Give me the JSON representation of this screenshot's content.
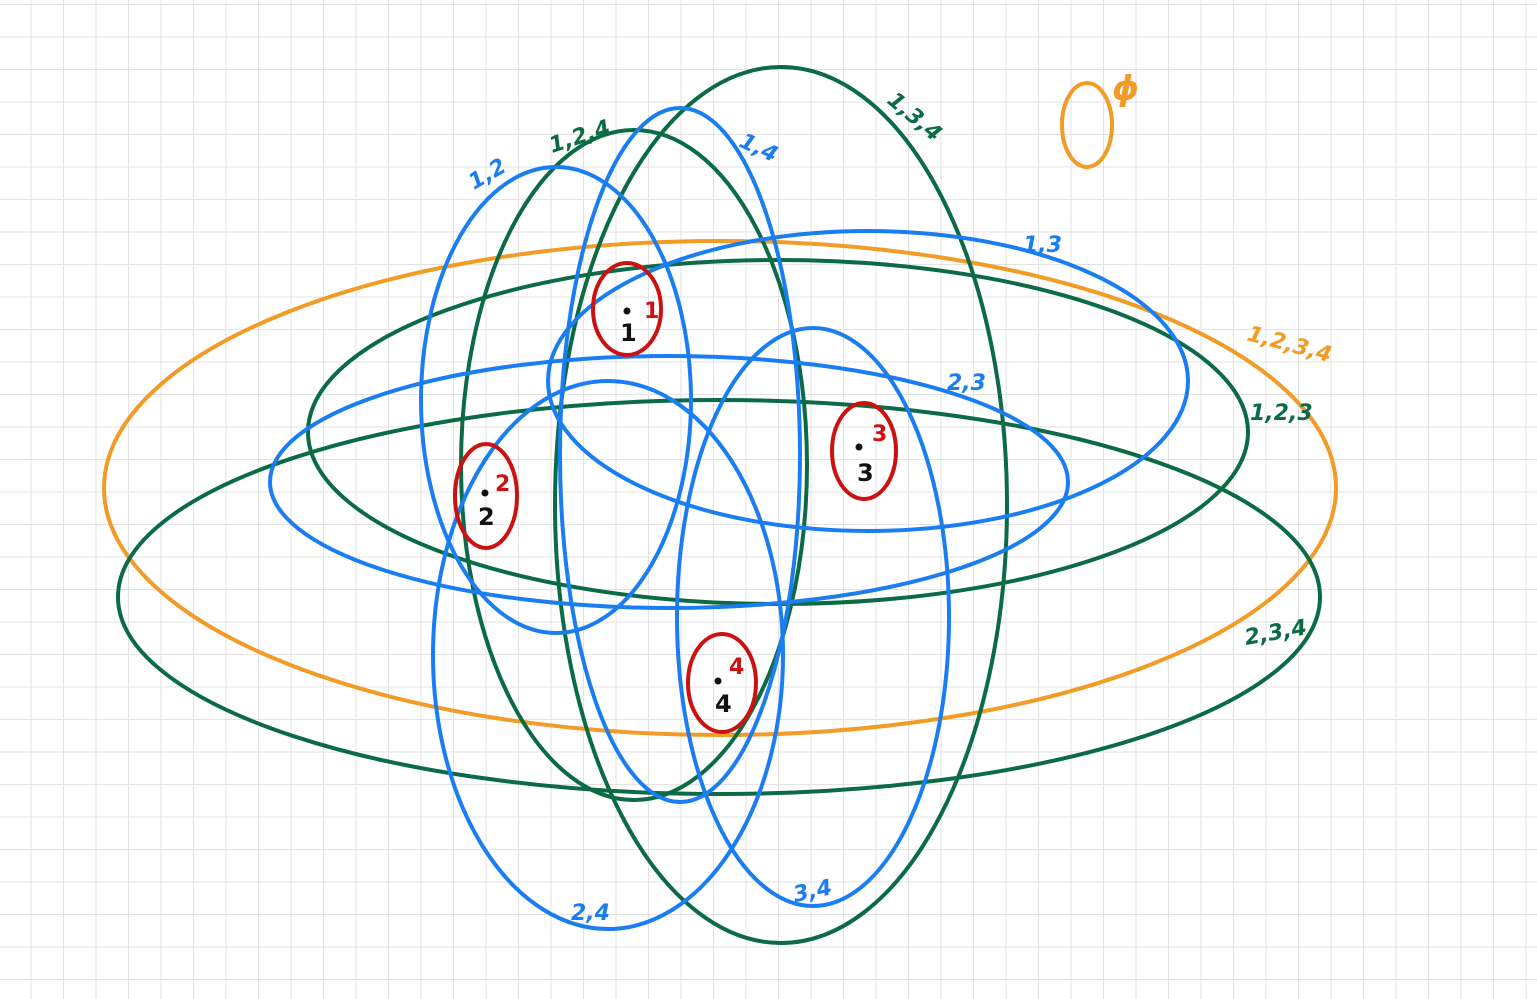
{
  "colors": {
    "blue": "#1a7ef2",
    "green": "#0b6b46",
    "orange": "#f29b26",
    "red": "#cc1111",
    "black": "#111111"
  },
  "sets": {
    "s12": "1,2",
    "s124": "1,2,4",
    "s14": "1,4",
    "s134": "1,3,4",
    "s13": "1,3",
    "s1234": "1,2,3,4",
    "s23": "2,3",
    "s123": "1,2,3",
    "s234": "2,3,4",
    "s34": "3,4",
    "s24": "2,4",
    "empty": "ϕ"
  },
  "points": {
    "p1": {
      "label": "1",
      "singleton": "1"
    },
    "p2": {
      "label": "2",
      "singleton": "2"
    },
    "p3": {
      "label": "3",
      "singleton": "3"
    },
    "p4": {
      "label": "4",
      "singleton": "4"
    }
  }
}
